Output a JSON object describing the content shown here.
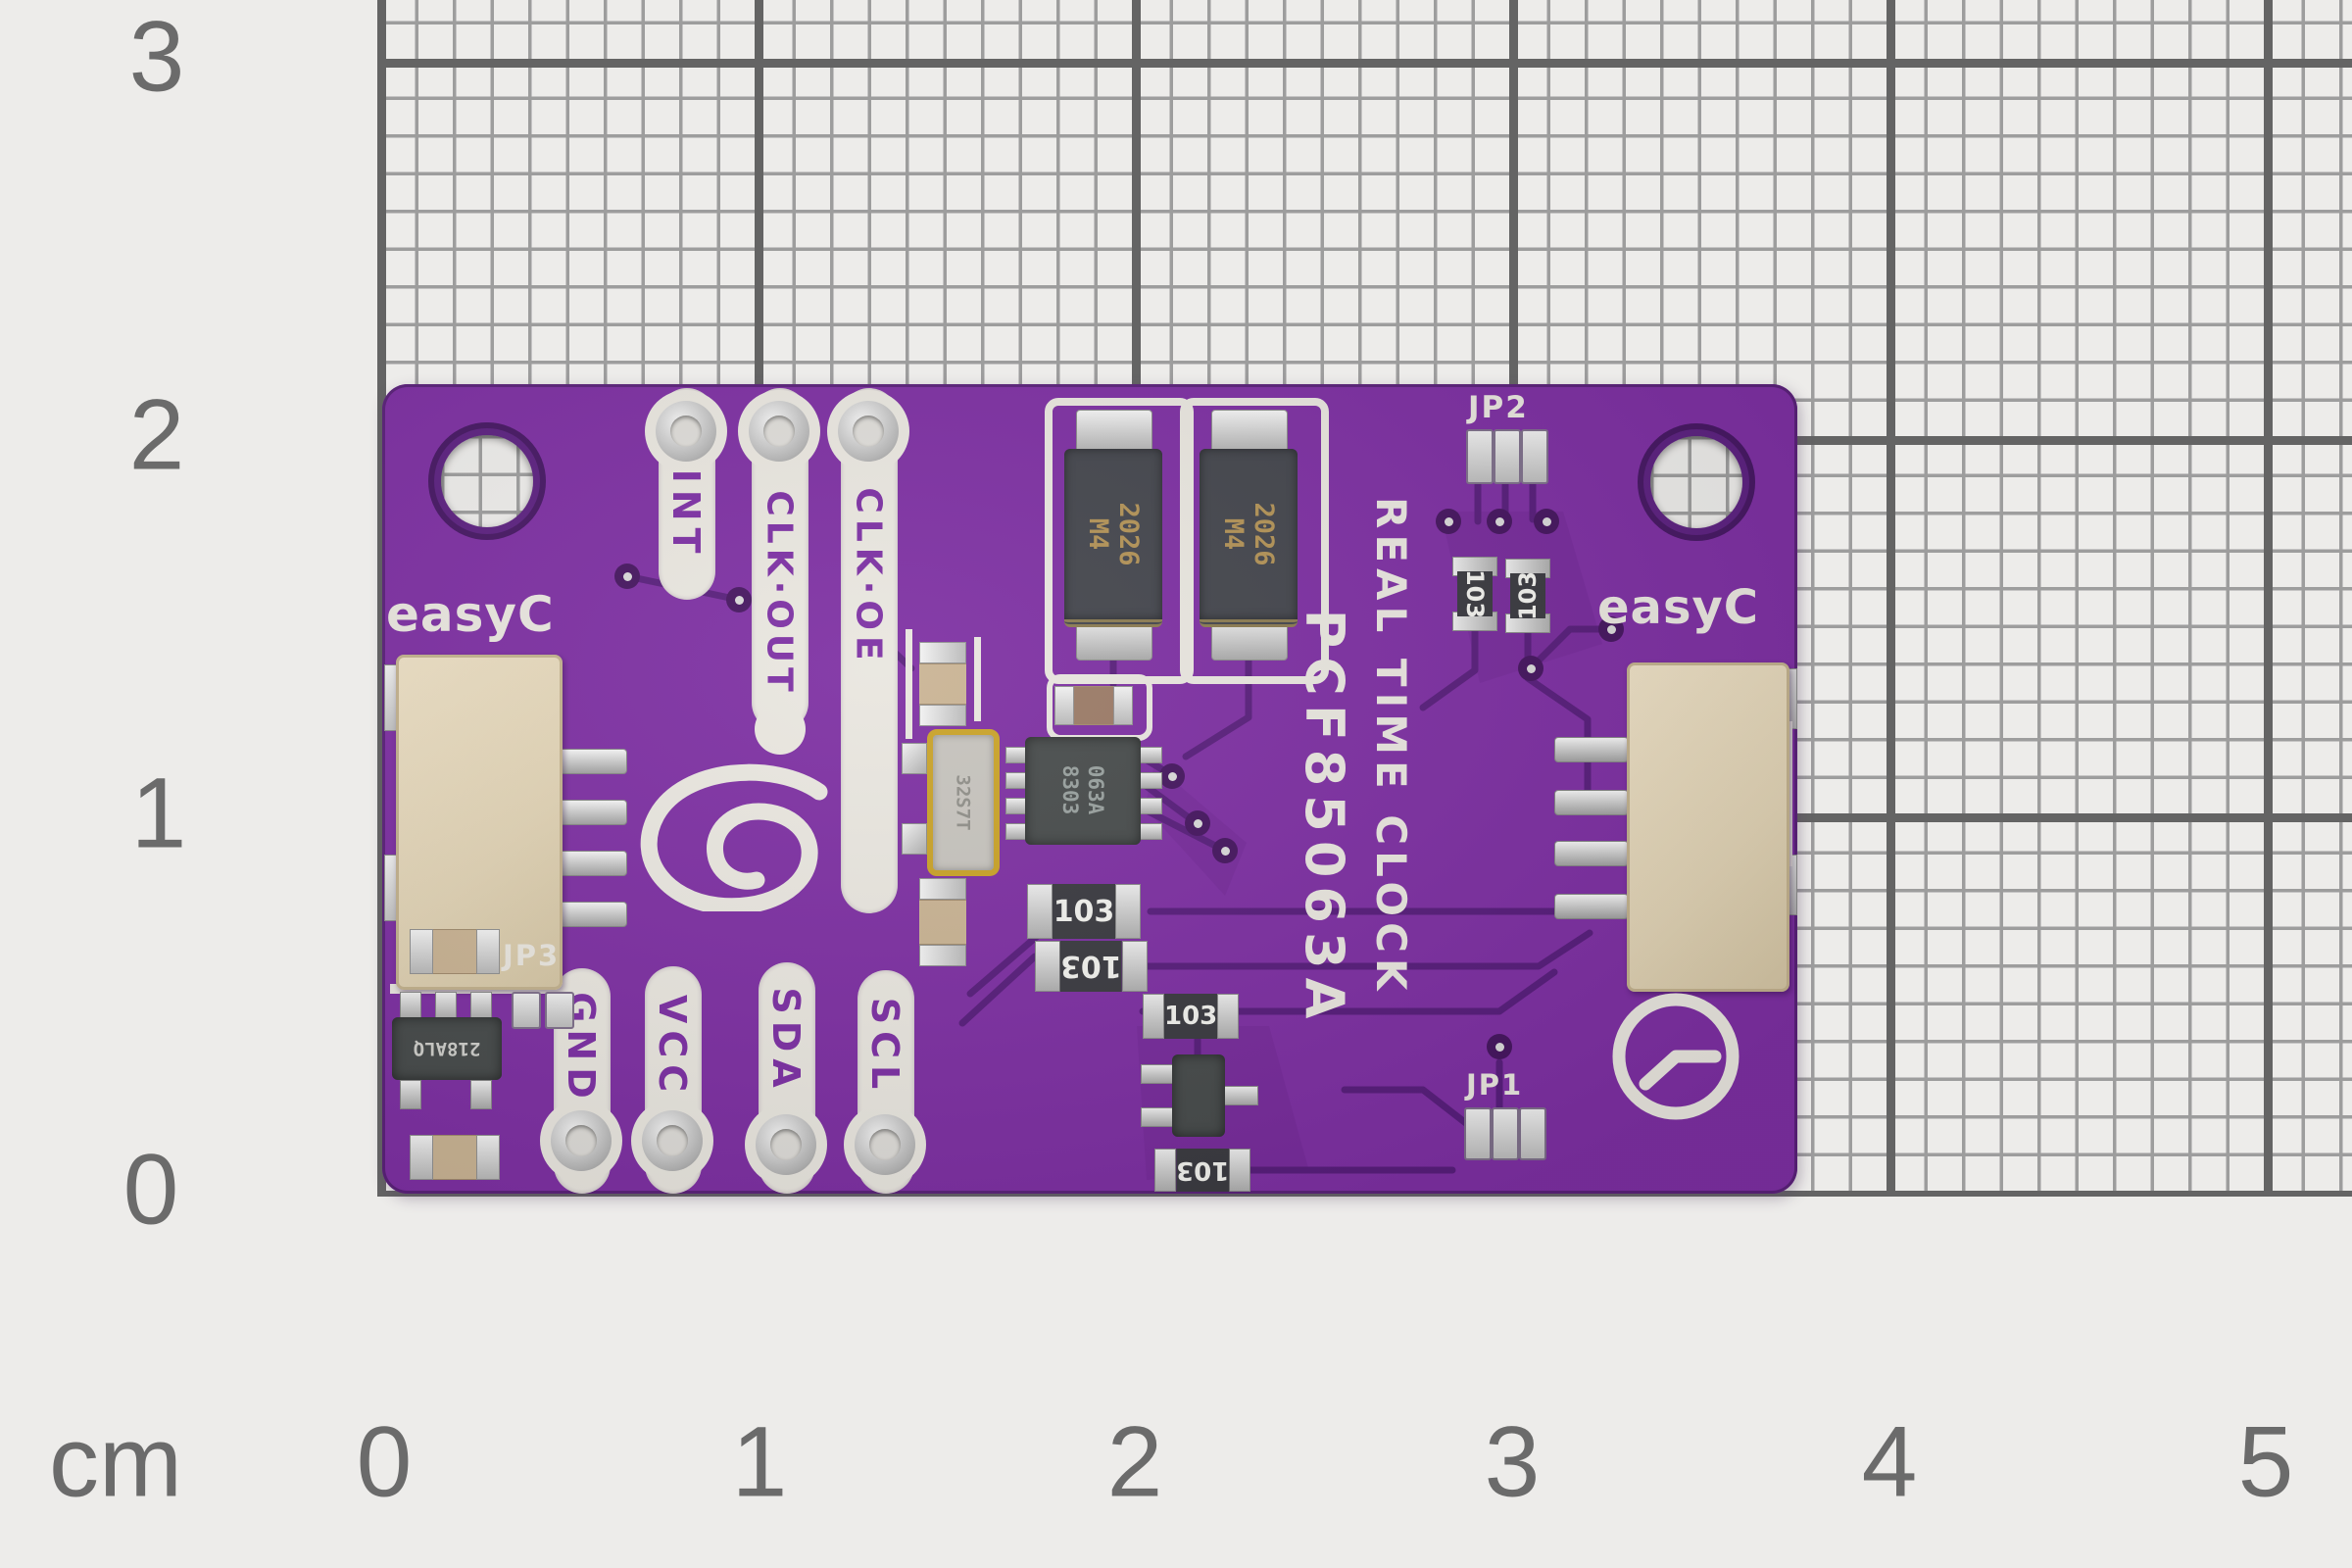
{
  "colors": {
    "paper": "#edecea",
    "grid_minor": "#9d9d9d",
    "grid_major": "#646464",
    "ruler_text": "#6b6b6b",
    "board_purple": "#7d2fa2",
    "trace_purple": "#5d2083",
    "silkscreen_white": "#e9e6df",
    "gold": "#b29256"
  },
  "ruler": {
    "unit_label": "cm",
    "x_tick_labels": [
      "0",
      "1",
      "2",
      "3",
      "4",
      "5"
    ],
    "y_tick_labels": [
      "3",
      "2",
      "1",
      "0"
    ]
  },
  "board": {
    "brand_left": "easyC",
    "brand_right": "easyC",
    "title_line1": "REAL TIME CLOCK",
    "title_line2": "PCF85063A",
    "pins_top": [
      {
        "label": "INT"
      },
      {
        "label": "CLK·OUT"
      },
      {
        "label": "CLK·OE"
      }
    ],
    "pins_bottom": [
      {
        "label": "GND"
      },
      {
        "label": "VCC"
      },
      {
        "label": "SDA"
      },
      {
        "label": "SCL"
      }
    ],
    "jumpers": [
      {
        "label": "JP1"
      },
      {
        "label": "JP2"
      },
      {
        "label": "JP3"
      }
    ],
    "components": {
      "diode_marking_line1": "M4",
      "diode_marking_line2": "2026",
      "resistor_marking": "103",
      "ic_marking_line1": "063A",
      "ic_marking_line2": "8303",
      "regulator_marking": "218ALQ",
      "crystal_marking": "32S7T"
    }
  }
}
